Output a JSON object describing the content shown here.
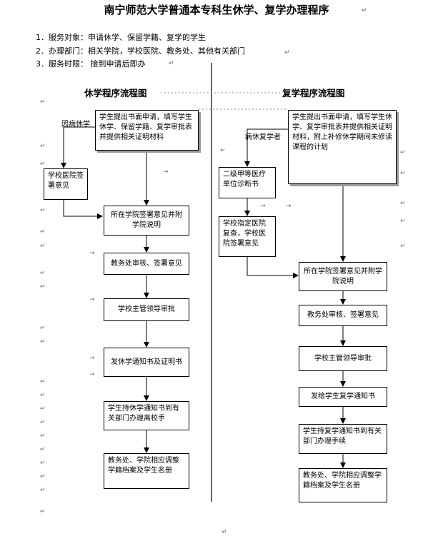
{
  "title": "南宁师范大学普通本专科生休学、复学办理程序",
  "info": [
    "1．服务对象：申请休学、保留学籍、复学的学生",
    "2．办理部门：相关学院，学校医院、教务处、其他有关部门",
    "3．服务时限： 接到申请后即办"
  ],
  "suspend": {
    "heading": "休学程序流程图",
    "note": "因病休学",
    "start": "学生提出书面申请，填写学生休学、保留学籍、复学审批表并提供相关证明材料",
    "hospital": "学校医院签署意见",
    "college": "所在学院签署意见并附学院说明",
    "academic_affairs": "教务处审核、签署意见",
    "leader": "学校主管领导审批",
    "notice": "发休学通知书及证明书",
    "leave": "学生持休学通知书到有关部门办理离校手",
    "final": "教务处、学院相应调整学籍档案及学生名册"
  },
  "resume": {
    "heading": "复学程序流程图",
    "note": "病休复学者",
    "start": "学生提出书面申请，填写学生休学、复学审批表并提供相关证明材料，附上补修休学期间未修读课程的计划",
    "hospital2": "二级甲等医疗单位诊断书",
    "school_hospital": "学校指定医院复查，学校医院签署意见",
    "college": "所在学院签署意见并附学院说明",
    "academic_affairs": "教务处审核、签署意见",
    "leader": "学校主管领导审批",
    "notice": "发给学生复学通知书",
    "procedures": "学生持复学通知书到有关部门办理手续",
    "final": "教务处、学院相应调整学籍档案及学生名册"
  }
}
